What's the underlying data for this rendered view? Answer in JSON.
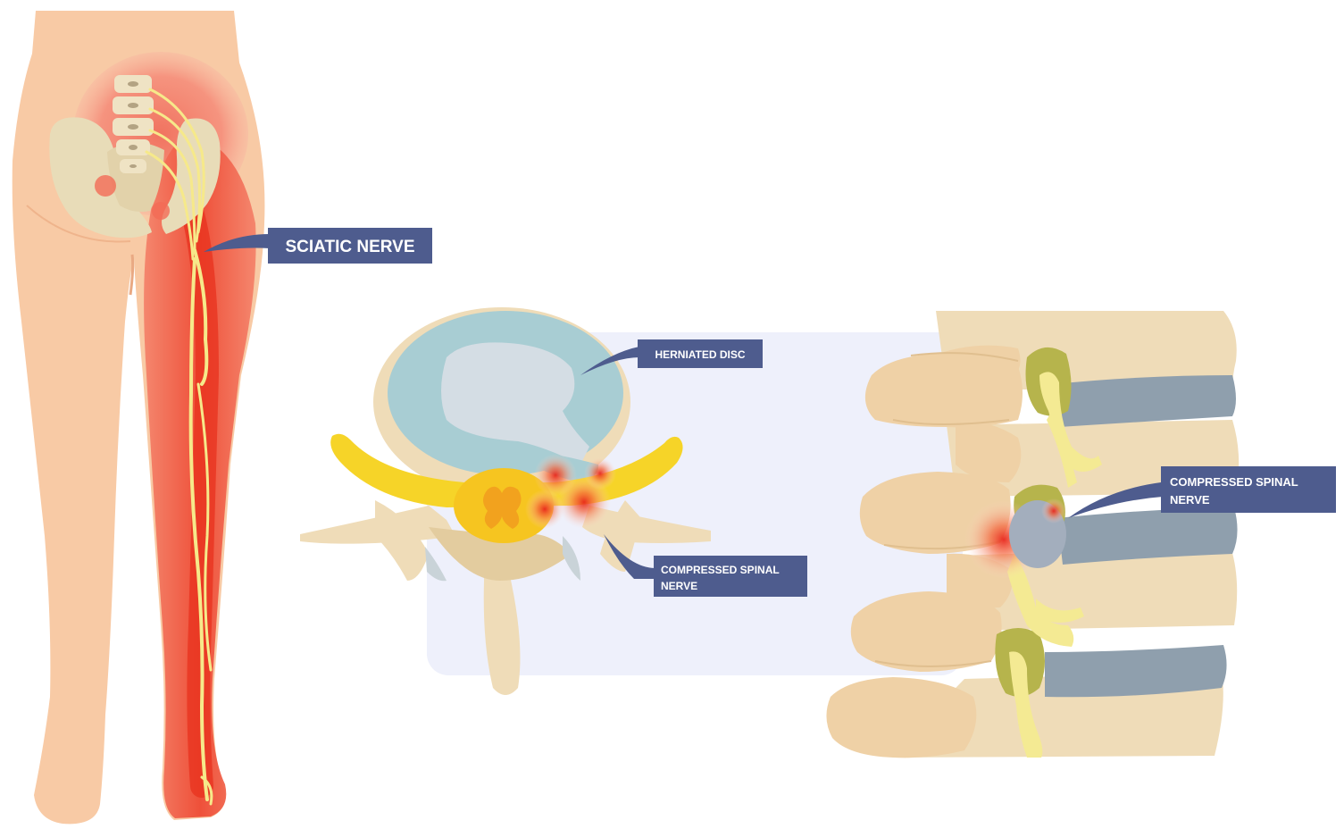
{
  "labels": {
    "sciatic_nerve": "SCIATIC NERVE",
    "herniated_disc": "HERNIATED DISC",
    "compressed_spinal_nerve_1_line1": "COMPRESSED SPINAL",
    "compressed_spinal_nerve_1_line2": "NERVE",
    "compressed_spinal_nerve_2_line1": "COMPRESSED SPINAL",
    "compressed_spinal_nerve_2_line2": "NERVE"
  },
  "colors": {
    "skin": "#f8caa5",
    "skin_shadow": "#efb48c",
    "inflammation": "#f26b56",
    "nerve": "#f6e98a",
    "bone": "#efdcb8",
    "disc_outer": "#a8cdd3",
    "disc_inner": "#d4dde4",
    "spinal_cord": "#f6c520",
    "label_bg": "#4e5c8e",
    "panel_bg": "#eef0fb"
  }
}
